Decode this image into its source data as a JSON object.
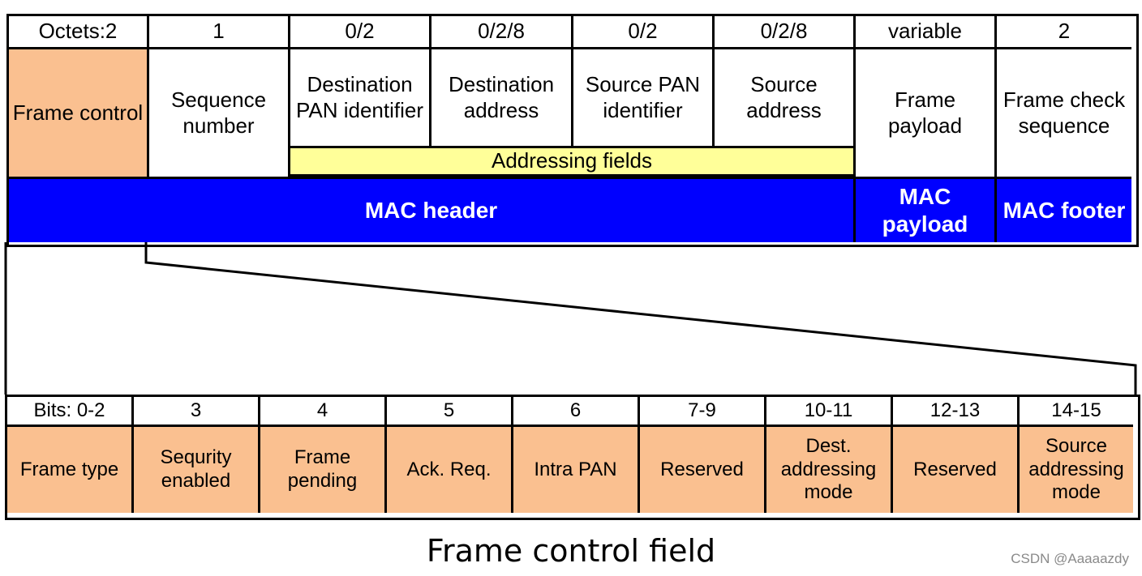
{
  "mac_frame": {
    "octets": [
      "Octets:2",
      "1",
      "0/2",
      "0/2/8",
      "0/2",
      "0/2/8",
      "variable",
      "2"
    ],
    "fields": [
      "Frame control",
      "Sequence number",
      "Destination PAN identifier",
      "Destination address",
      "Source PAN identifier",
      "Source address",
      "Frame payload",
      "Frame check sequence"
    ],
    "addressing_label": "Addressing fields",
    "mac_header": "MAC header",
    "mac_payload": "MAC payload",
    "mac_footer": "MAC footer"
  },
  "frame_control": {
    "bits": [
      "Bits: 0-2",
      "3",
      "4",
      "5",
      "6",
      "7-9",
      "10-11",
      "12-13",
      "14-15"
    ],
    "fields": [
      "Frame type",
      "Sequrity enabled",
      "Frame pending",
      "Ack. Req.",
      "Intra PAN",
      "Reserved",
      "Dest. addressing mode",
      "Reserved",
      "Source addressing mode"
    ]
  },
  "caption": "Frame control field",
  "watermark": "CSDN @Aaaaazdy",
  "colors": {
    "frame_control_fill": "#fac090",
    "addressing_fill": "#ffff99",
    "mac_fill": "#0000ff"
  }
}
